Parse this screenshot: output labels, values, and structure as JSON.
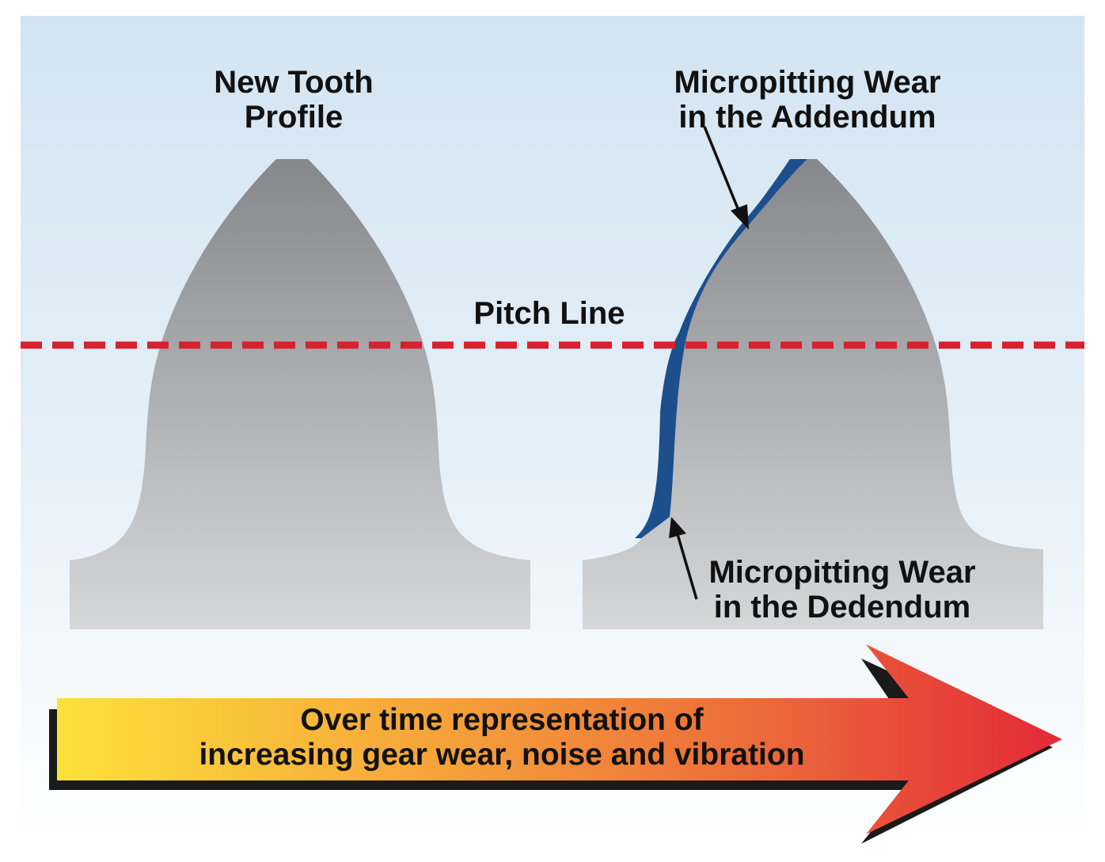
{
  "labels": {
    "new_tooth_line1": "New Tooth",
    "new_tooth_line2": "Profile",
    "pitch_line": "Pitch Line",
    "addendum_line1": "Micropitting Wear",
    "addendum_line2": "in the Addendum",
    "dedendum_line1": "Micropitting Wear",
    "dedendum_line2": "in the Dedendum"
  },
  "arrow": {
    "line1": "Over time representation of",
    "line2": "increasing gear wear, noise and vibration"
  },
  "colors": {
    "background_top": "#d3e4f1",
    "background_bottom": "#ffffff",
    "tooth_top": "#85878a",
    "tooth_bottom": "#d6d7d9",
    "wear": "#1c4f8c",
    "pitch_line": "#d8202f",
    "arrow_start": "#fce23a",
    "arrow_end": "#e42a38",
    "shadow": "#1a1a1a"
  }
}
